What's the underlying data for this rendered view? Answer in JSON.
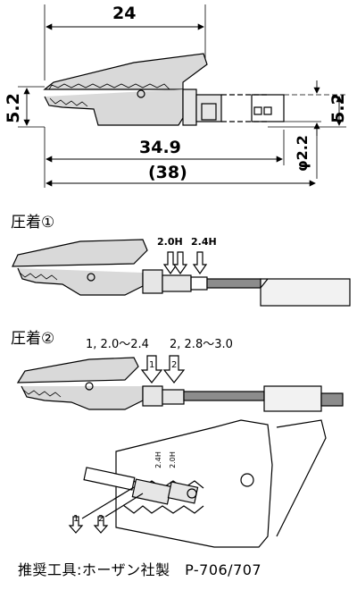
{
  "dimensions": {
    "top_width": "24",
    "left_height": "5.2",
    "right_height": "5.2",
    "total_length": "34.9",
    "overall_length": "(38)",
    "diameter": "φ2.2"
  },
  "section1": {
    "title": "圧着①",
    "label_a": "2.0H",
    "label_b": "2.4H"
  },
  "section2": {
    "title": "圧着②",
    "step1_text": "1, 2.0～2.4",
    "step2_text": "2, 2.8～3.0",
    "arrow1": "1",
    "arrow2": "2"
  },
  "tool": {
    "die_a": "2.4H",
    "die_b": "2.0H",
    "arrow1": "1",
    "arrow2": "2"
  },
  "footer": "推奨工具:ホーザン社製　P-706/707"
}
